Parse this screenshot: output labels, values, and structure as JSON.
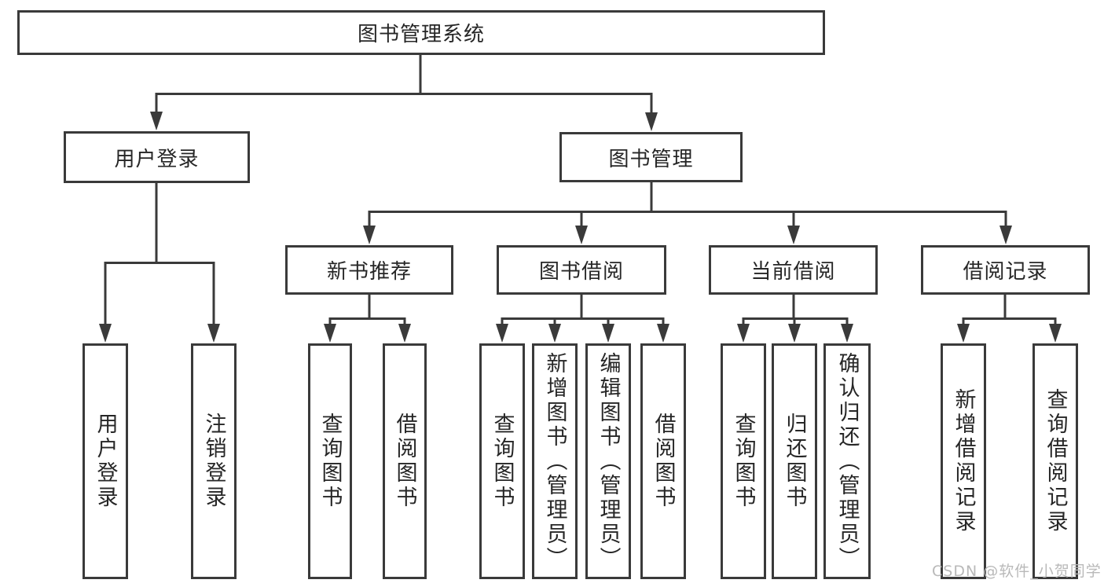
{
  "colors": {
    "line": "#3a3a3a",
    "box_border": "#3a3a3a",
    "text": "#262626",
    "background": "#ffffff",
    "watermark": "#b9b9b9"
  },
  "root": {
    "label": "图书管理系统"
  },
  "level2": {
    "user_login": {
      "label": "用户登录"
    },
    "book_mgmt": {
      "label": "图书管理"
    }
  },
  "level3": {
    "new_books": {
      "label": "新书推荐"
    },
    "book_borrow": {
      "label": "图书借阅"
    },
    "current_borrow": {
      "label": "当前借阅"
    },
    "borrow_records": {
      "label": "借阅记录"
    }
  },
  "leaves": {
    "user_login": {
      "label": "用户登录"
    },
    "logout": {
      "label": "注销登录"
    },
    "nb_query_books": {
      "label": "查询图书"
    },
    "nb_borrow_books": {
      "label": "借阅图书"
    },
    "bb_query_books": {
      "label": "查询图书"
    },
    "bb_add_books": {
      "label": "新增图书（管理员）"
    },
    "bb_edit_books": {
      "label": "编辑图书（管理员）"
    },
    "bb_borrow_books": {
      "label": "借阅图书"
    },
    "cb_query_books": {
      "label": "查询图书"
    },
    "cb_return_books": {
      "label": "归还图书"
    },
    "cb_confirm_return": {
      "label": "确认归还（管理员）"
    },
    "br_add_record": {
      "label": "新增借阅记录"
    },
    "br_query_record": {
      "label": "查询借阅记录"
    }
  },
  "watermark": {
    "text": "CSDN @软件_小贺同学"
  }
}
